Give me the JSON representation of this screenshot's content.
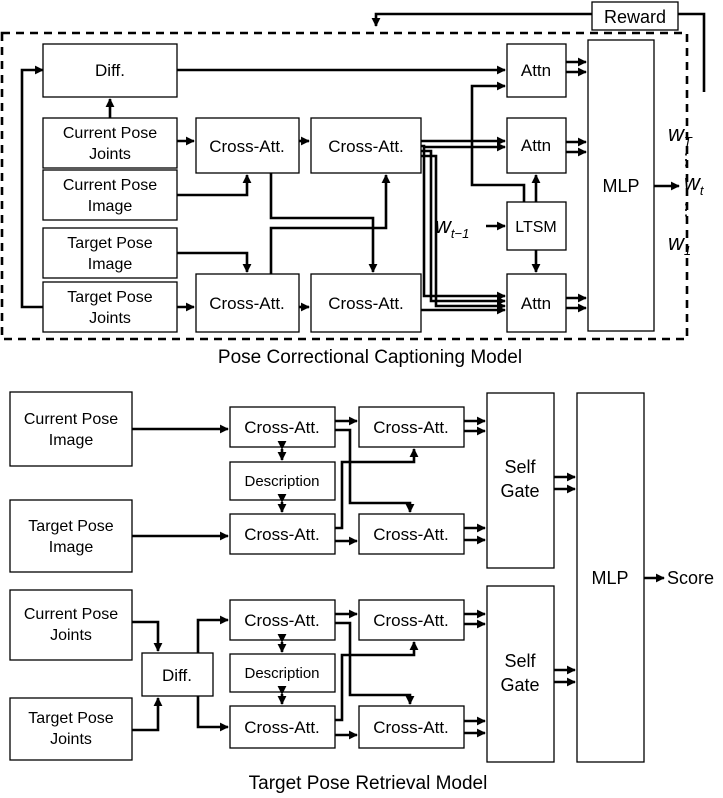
{
  "colors": {
    "ink": "#000000",
    "background": "#ffffff"
  },
  "correction_model": {
    "caption": "Pose Correctional Captioning Model",
    "reward": "Reward",
    "diff": "Diff.",
    "current_joints": [
      "Current Pose",
      "Joints"
    ],
    "current_image": [
      "Current Pose",
      "Image"
    ],
    "target_image": [
      "Target Pose",
      "Image"
    ],
    "target_joints": [
      "Target Pose",
      "Joints"
    ],
    "cross_att": "Cross-Att.",
    "attn": "Attn",
    "lstm": "LTSM",
    "mlp": "MLP",
    "prev_word": {
      "base": "w",
      "sub": "t−1"
    },
    "words": [
      {
        "base": "w",
        "sub": "T"
      },
      {
        "base": "w",
        "sub": "t"
      },
      {
        "base": "w",
        "sub": "1"
      }
    ],
    "ellipsis": "⋮"
  },
  "retrieval_model": {
    "caption": "Target Pose Retrieval Model",
    "current_image": [
      "Current Pose",
      "Image"
    ],
    "target_image": [
      "Target Pose",
      "Image"
    ],
    "current_joints": [
      "Current Pose",
      "Joints"
    ],
    "target_joints": [
      "Target Pose",
      "Joints"
    ],
    "diff": "Diff.",
    "cross_att": "Cross-Att.",
    "description": "Description",
    "self_gate": [
      "Self",
      "Gate"
    ],
    "mlp": "MLP",
    "score": "Score"
  }
}
